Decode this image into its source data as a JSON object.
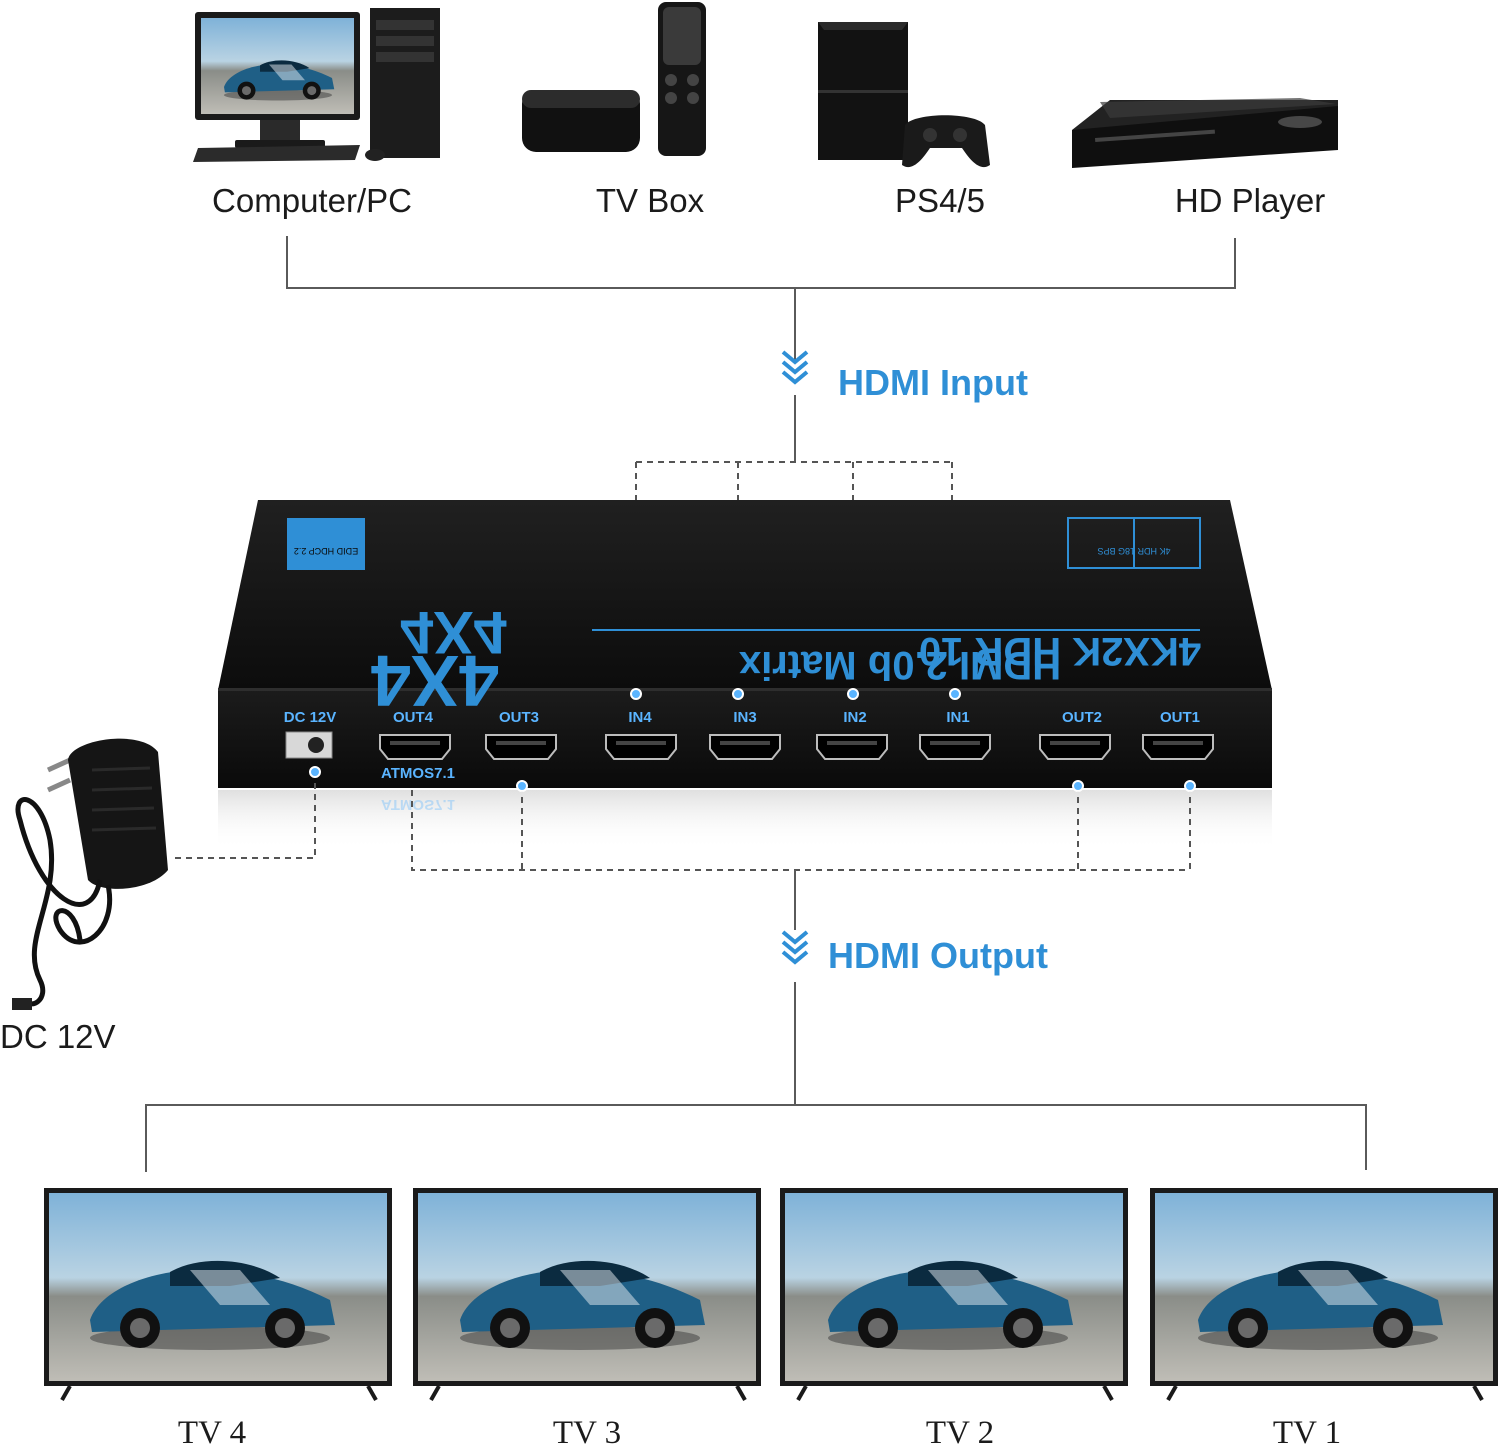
{
  "sources": [
    {
      "label": "Computer/PC",
      "icon": "computer-icon"
    },
    {
      "label": "TV Box",
      "icon": "tv-box-icon"
    },
    {
      "label": "PS4/5",
      "icon": "game-console-icon"
    },
    {
      "label": "HD Player",
      "icon": "blu-ray-player-icon"
    }
  ],
  "input_label": "HDMI Input",
  "output_label": "HDMI Output",
  "device": {
    "ports": [
      "DC 12V",
      "OUT4",
      "OUT3",
      "IN4",
      "IN3",
      "IN2",
      "IN1",
      "OUT2",
      "OUT1"
    ],
    "audio_label": "ATMOS7.1",
    "mirrored_title_1": "HDMI 2.0b Matrix",
    "mirrored_title_2": "4KX2K HDR 10",
    "mirrored_big": "4X4",
    "badge_left": "EDID HDCP 2.2",
    "badge_right": "4K HDR 18G BPS"
  },
  "power_label": "DC 12V",
  "tvs": [
    "TV 4",
    "TV 3",
    "TV 2",
    "TV 1"
  ],
  "colors": {
    "accent": "#2f8fd6",
    "port_text": "#5ab4ff",
    "device_body": "#141414"
  }
}
